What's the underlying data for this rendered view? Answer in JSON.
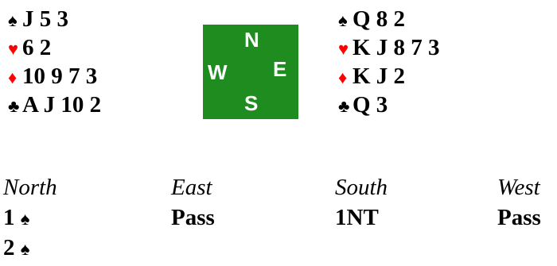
{
  "north_west_hand": {
    "spades": "J 5 3",
    "hearts": "6 2",
    "diamonds": "10 9 7 3",
    "clubs": "A J 10 2"
  },
  "north_east_hand": {
    "spades": "Q 8 2",
    "hearts": "K J 8 7 3",
    "diamonds": "K J 2",
    "clubs": "Q 3"
  },
  "compass": {
    "n": "N",
    "w": "W",
    "e": "E",
    "s": "S",
    "color": "#1e8c1e"
  },
  "suits": {
    "spade": "♠",
    "heart": "♥",
    "diamond": "♦",
    "club": "♣"
  },
  "auction": {
    "headers": [
      "North",
      "East",
      "South",
      "West"
    ],
    "rows": [
      [
        "1",
        "Pass",
        "1NT",
        "Pass"
      ],
      [
        "2",
        "",
        "",
        ""
      ]
    ]
  },
  "colors": {
    "red_suit": "#ff0000",
    "black_suit": "#000000"
  }
}
